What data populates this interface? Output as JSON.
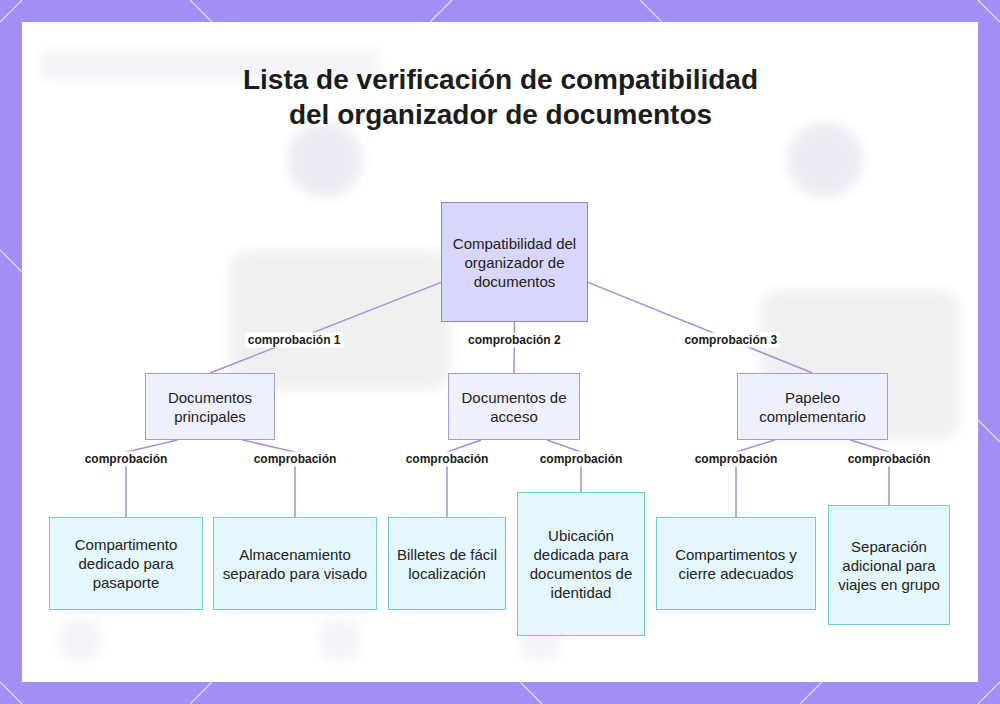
{
  "diagram": {
    "title": "Lista de verificación de compatibilidad del organizador de documentos",
    "nodes": [
      {
        "text": [
          "Compatibilidad del organizador de documentos"
        ]
      },
      {
        "text": [
          "Documentos principales"
        ]
      },
      {
        "text": [
          "Documentos de acceso"
        ]
      },
      {
        "text": [
          "Papeleo complementario"
        ]
      },
      {
        "text": [
          "Compartimento dedicado para pasaporte"
        ]
      },
      {
        "text": [
          "Almacenamiento separado para visado"
        ]
      },
      {
        "text": [
          "Billetes de fácil localización"
        ]
      },
      {
        "text": [
          "Ubicación dedicada para documentos de identidad"
        ]
      },
      {
        "text": [
          "Compartimentos y cierre adecuados"
        ]
      },
      {
        "text": [
          "Separación adicional para viajes en grupo"
        ]
      }
    ],
    "edges": [
      {
        "from": 0,
        "to": 1,
        "label": "comprobación 1",
        "arrow": "none"
      },
      {
        "from": 0,
        "to": 2,
        "label": "comprobación 2",
        "arrow": "none"
      },
      {
        "from": 0,
        "to": 3,
        "label": "comprobación 3",
        "arrow": "none"
      },
      {
        "from": 1,
        "to": 4,
        "label": "comprobación",
        "arrow": "none"
      },
      {
        "from": 1,
        "to": 5,
        "label": "comprobación",
        "arrow": "none"
      },
      {
        "from": 2,
        "to": 6,
        "label": "comprobación",
        "arrow": "none"
      },
      {
        "from": 2,
        "to": 7,
        "label": "comprobación",
        "arrow": "none"
      },
      {
        "from": 3,
        "to": 8,
        "label": "comprobación",
        "arrow": "none"
      },
      {
        "from": 3,
        "to": 9,
        "label": "comprobación",
        "arrow": "none"
      }
    ]
  }
}
